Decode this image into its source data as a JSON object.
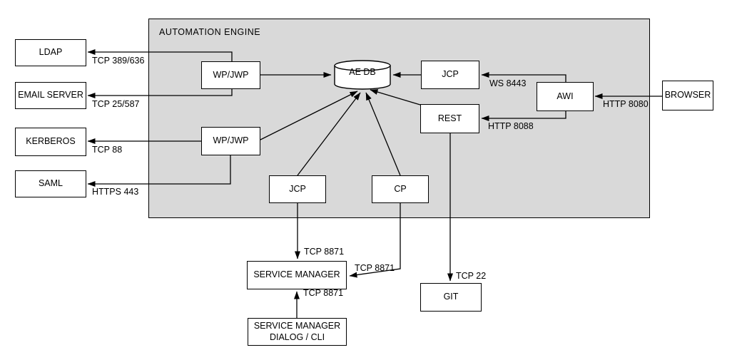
{
  "panel": {
    "title": "AUTOMATION ENGINE",
    "fill": "#d9d9d9"
  },
  "colors": {
    "line": "#000000",
    "node_fill": "#ffffff",
    "node_border": "#000000"
  },
  "nodes": {
    "ldap": {
      "label": "LDAP"
    },
    "email_server": {
      "label": "EMAIL SERVER"
    },
    "kerberos": {
      "label": "KERBEROS"
    },
    "saml": {
      "label": "SAML"
    },
    "wp_jwp_1": {
      "label": "WP/JWP"
    },
    "wp_jwp_2": {
      "label": "WP/JWP"
    },
    "ae_db": {
      "label": "AE DB"
    },
    "jcp_top": {
      "label": "JCP"
    },
    "rest": {
      "label": "REST"
    },
    "awi": {
      "label": "AWI"
    },
    "browser": {
      "label": "BROWSER"
    },
    "jcp_bottom": {
      "label": "JCP"
    },
    "cp": {
      "label": "CP"
    },
    "service_manager": {
      "label": "SERVICE MANAGER"
    },
    "service_manager_dialog": {
      "line1": "SERVICE MANAGER",
      "line2": "DIALOG / CLI"
    },
    "git": {
      "label": "GIT"
    }
  },
  "edge_labels": {
    "ldap_port": "TCP 389/636",
    "email_port": "TCP 25/587",
    "kerberos_port": "TCP 88",
    "saml_port": "HTTPS 443",
    "jcp_ws_port": "WS 8443",
    "rest_http_port": "HTTP 8088",
    "awi_http_port": "HTTP 8080",
    "jcp_sm_port": "TCP 8871",
    "cp_sm_port": "TCP 8871",
    "dialog_sm_port": "TCP 8871",
    "git_port": "TCP 22"
  }
}
